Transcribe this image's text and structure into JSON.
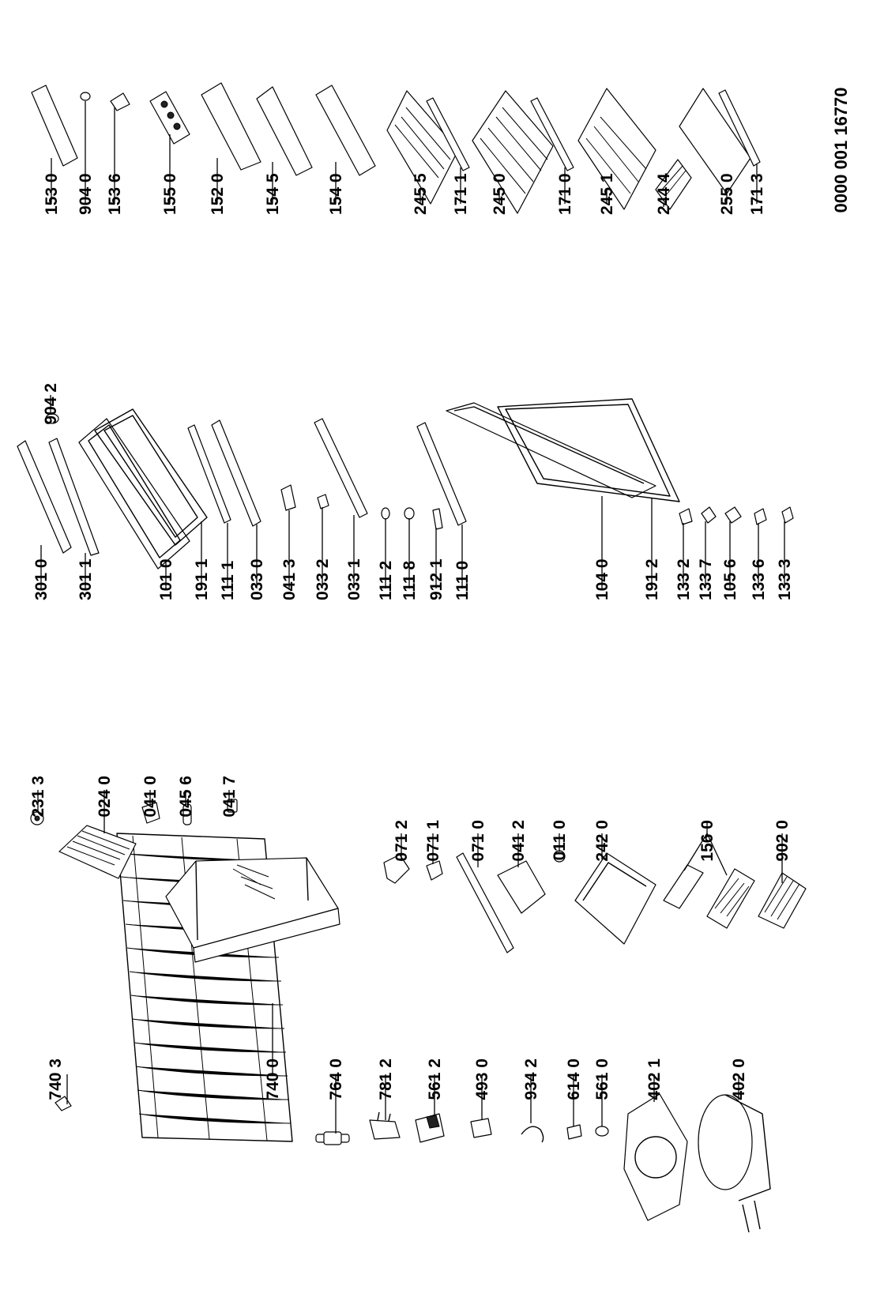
{
  "document_code": "0000 001 16770",
  "part_labels": {
    "c1": [
      "740 3",
      "740 0",
      "764 0",
      "781 2",
      "561 2",
      "493 0",
      "934 2",
      "614 0",
      "561 0",
      "402 1",
      "402 0"
    ],
    "c2a": [
      "231 3",
      "024 0",
      "041 0",
      "045 6",
      "041 7"
    ],
    "c2b": [
      "071 2",
      "071 1",
      "071 0",
      "041 2",
      "011 0",
      "242 0",
      "156 0",
      "902 0"
    ],
    "c3a": [
      "904 2"
    ],
    "c3b": [
      "301 0",
      "301 1",
      "101 0",
      "191 1",
      "111 1",
      "033 0",
      "041 3",
      "033 2",
      "033 1",
      "111 2",
      "111 8",
      "912 1",
      "111 0",
      "104 0",
      "191 2",
      "133 2",
      "133 7",
      "105 6",
      "133 6",
      "133 3"
    ],
    "c4": [
      "153 0",
      "904 0",
      "153 6",
      "155 0",
      "152 0",
      "154 5",
      "154 0",
      "245 5",
      "171 1",
      "245 0",
      "171 0",
      "245 1",
      "244 4",
      "255 0",
      "171 3"
    ]
  }
}
